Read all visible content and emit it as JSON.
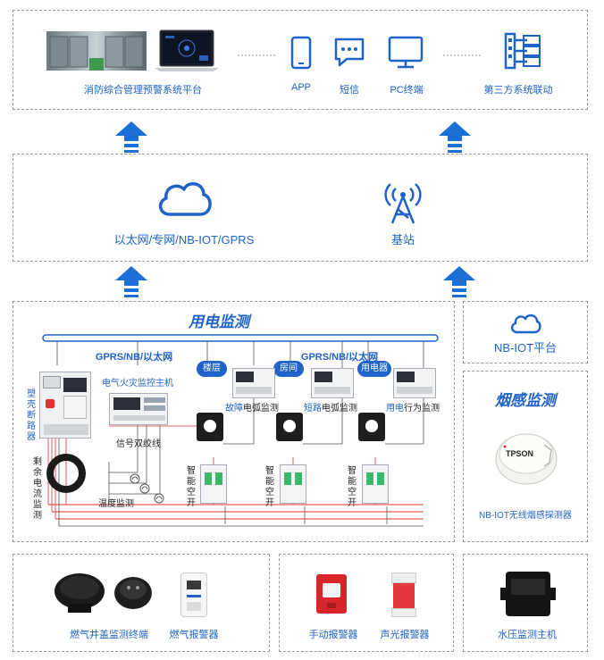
{
  "top": {
    "platform_label": "消防综合管理预警系统平台",
    "app_label": "APP",
    "sms_label": "短信",
    "pc_label": "PC终端",
    "third_party_label": "第三方系统联动"
  },
  "network": {
    "networks_label": "以太网/专网/NB-IOT/GPRS",
    "base_station_label": "基站"
  },
  "power": {
    "title": "用电监测",
    "bus_left_label": "GPRS/NB/以太网",
    "bus_right_label": "GPRS/NB/以太网",
    "host_label": "电气火灾监控主机",
    "breaker_label": "塑壳断路器",
    "residual_label": "剩余电流监测",
    "twisted_pair_label": "信号双绞线",
    "temp_label": "温度监测",
    "tags": [
      "楼层",
      "房间",
      "用电器"
    ],
    "fault_arc_prefix": "故障",
    "fault_arc_suffix": "电弧监测",
    "short_arc_prefix": "短路",
    "short_arc_suffix": "电弧监测",
    "behavior_prefix": "用电",
    "behavior_suffix": "行为监测",
    "smart_switch_label": "智能空开"
  },
  "nbiot": {
    "label": "NB-IOT平台"
  },
  "smoke": {
    "title": "烟感监测",
    "detector_label": "NB-IOT无线烟感探测器",
    "brand": "TPSON"
  },
  "bottom": {
    "well_label": "燃气井盖监测终端",
    "gas_alarm_label": "燃气报警器",
    "manual_alarm_label": "手动报警器",
    "sound_light_label": "声光报警器",
    "water_label": "水压监测主机"
  },
  "colors": {
    "accent": "#1f63c9",
    "arrow": "#1d6fd8",
    "wire_red": "#e03030"
  }
}
